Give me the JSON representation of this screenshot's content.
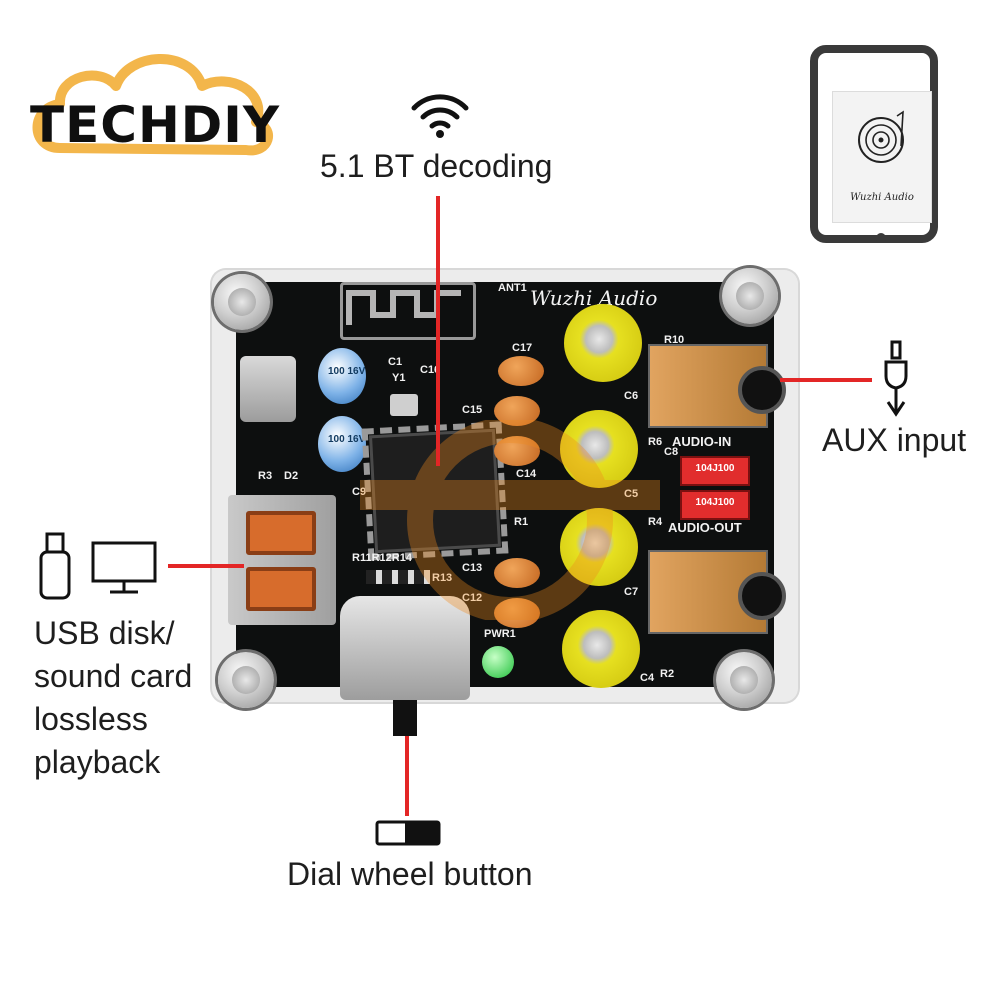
{
  "brand": {
    "name": "TECHDIY",
    "cloud_color": "#f3b64b"
  },
  "phone": {
    "app_logo_icon": "vinyl-record-music-icon",
    "app_logo_text": "Wuzhi Audio"
  },
  "labels": {
    "bt": "5.1 BT decoding",
    "aux": "AUX input",
    "usb": "USB disk/\nsound card\nlossless\nplayback",
    "dial": "Dial wheel button"
  },
  "icons": {
    "bt": "wifi-signal-icon",
    "aux": "rca-plug-icon",
    "usb_disk": "usb-stick-icon",
    "monitor": "monitor-icon",
    "dial": "toggle-switch-icon"
  },
  "board": {
    "silk": {
      "ant": "ANT1",
      "brand": "Wuzhi Audio",
      "c1": "C1",
      "y1": "Y1",
      "c16": "C16",
      "c17": "C17",
      "c15": "C15",
      "c14": "C14",
      "c9": "C9",
      "r3": "R3",
      "d2": "D2",
      "r10": "R10",
      "c6": "C6",
      "r6": "R6",
      "c8": "C8",
      "c5": "C5",
      "r4": "R4",
      "r1": "R1",
      "c13": "C13",
      "c12": "C12",
      "c7": "C7",
      "c4": "C4",
      "r2": "R2",
      "r11_14": "R11R12R14",
      "r13": "R13",
      "pwr": "PWR1",
      "audio_in": "AUDIO-IN",
      "audio_out": "AUDIO-OUT",
      "relay_1": "104J100",
      "relay_2": "104J100",
      "cap_blue_1": "100 16V",
      "cap_blue_2": "100 16V"
    }
  },
  "colors": {
    "callout": "#e32626",
    "pcb": "#0d0f0f",
    "led": "#1fbf3a"
  }
}
